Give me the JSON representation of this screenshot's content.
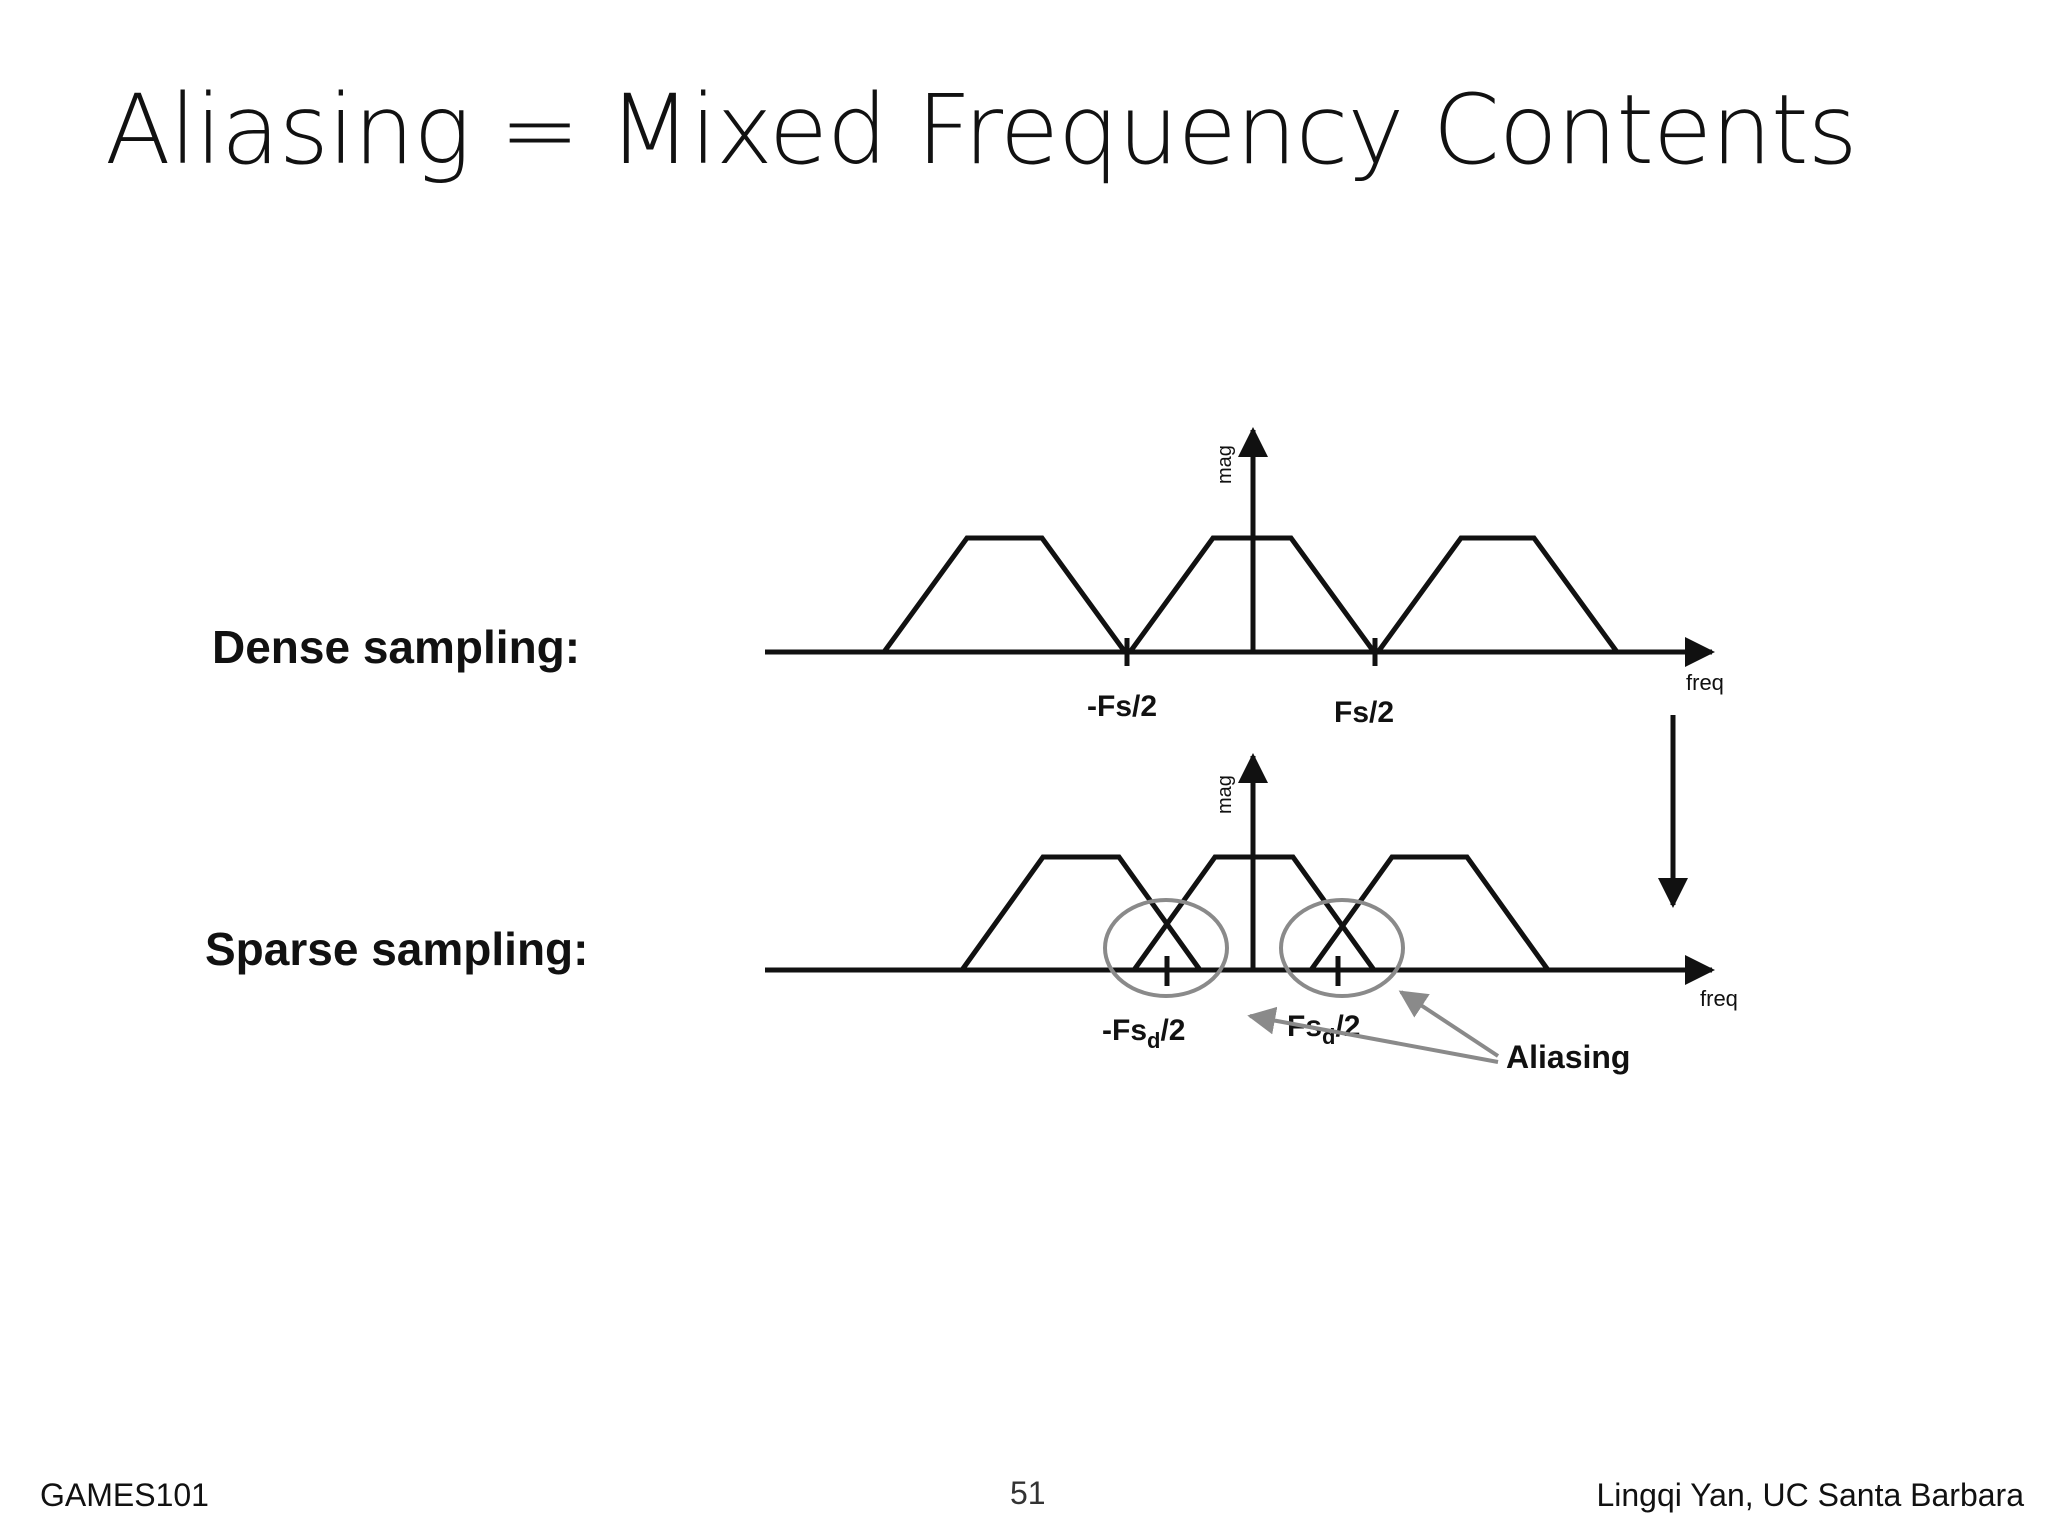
{
  "slide": {
    "title": "Aliasing = Mixed Frequency Contents"
  },
  "labels": {
    "dense": "Dense sampling:",
    "sparse": "Sparse sampling:"
  },
  "diagram": {
    "dense": {
      "y_axis_label": "mag",
      "x_axis_label": "freq",
      "neg_half": "-Fs/2",
      "pos_half": "Fs/2"
    },
    "sparse": {
      "y_axis_label": "mag",
      "x_axis_label": "freq",
      "neg_half_prefix": "-Fs",
      "neg_half_sub": "d",
      "neg_half_suffix": "/2",
      "pos_half_prefix": "Fs",
      "pos_half_sub": "d",
      "pos_half_suffix": "/2",
      "annotation": "Aliasing"
    },
    "colors": {
      "line": "#111111",
      "annotation": "#8a8a8a"
    }
  },
  "footer": {
    "left": "GAMES101",
    "center": "51",
    "right": "Lingqi Yan, UC Santa Barbara"
  }
}
